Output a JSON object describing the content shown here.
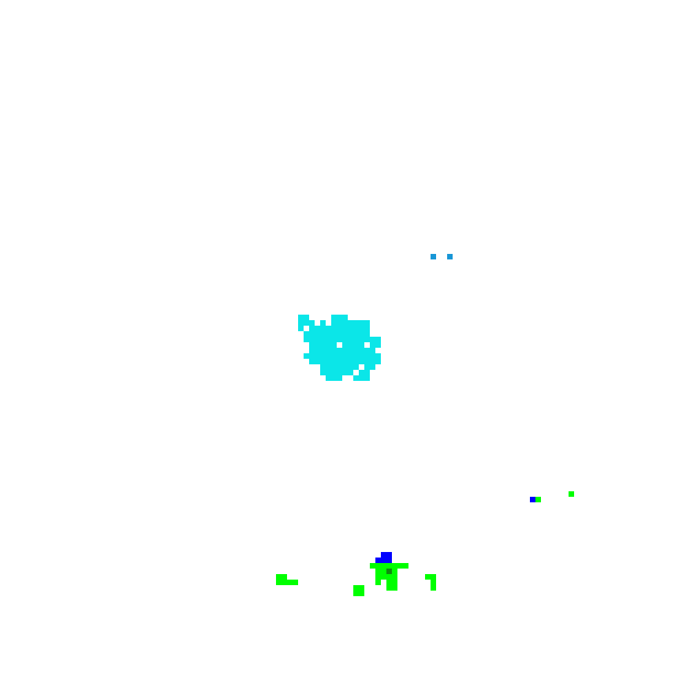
{
  "colors": {
    "background": "#ffffff",
    "cluster": "#0be6e8",
    "marker": "#1796d6",
    "green": "#00ff00",
    "dark_green": "#0f8a0f",
    "blue": "#0000ff"
  },
  "board": {
    "grid_cols": 125,
    "grid_rows": 125
  },
  "groups": [
    {
      "name": "cyan-cluster",
      "color_key": "cluster",
      "cells": [
        [
          54,
          57
        ],
        [
          55,
          57
        ],
        [
          60,
          57
        ],
        [
          61,
          57
        ],
        [
          62,
          57
        ],
        [
          54,
          58
        ],
        [
          55,
          58
        ],
        [
          56,
          58
        ],
        [
          58,
          58
        ],
        [
          60,
          58
        ],
        [
          61,
          58
        ],
        [
          62,
          58
        ],
        [
          63,
          58
        ],
        [
          64,
          58
        ],
        [
          65,
          58
        ],
        [
          66,
          58
        ],
        [
          54,
          59
        ],
        [
          56,
          59
        ],
        [
          57,
          59
        ],
        [
          58,
          59
        ],
        [
          59,
          59
        ],
        [
          60,
          59
        ],
        [
          61,
          59
        ],
        [
          62,
          59
        ],
        [
          63,
          59
        ],
        [
          64,
          59
        ],
        [
          65,
          59
        ],
        [
          66,
          59
        ],
        [
          55,
          60
        ],
        [
          56,
          60
        ],
        [
          57,
          60
        ],
        [
          58,
          60
        ],
        [
          59,
          60
        ],
        [
          60,
          60
        ],
        [
          61,
          60
        ],
        [
          62,
          60
        ],
        [
          63,
          60
        ],
        [
          64,
          60
        ],
        [
          65,
          60
        ],
        [
          66,
          60
        ],
        [
          55,
          61
        ],
        [
          56,
          61
        ],
        [
          57,
          61
        ],
        [
          58,
          61
        ],
        [
          59,
          61
        ],
        [
          60,
          61
        ],
        [
          61,
          61
        ],
        [
          62,
          61
        ],
        [
          63,
          61
        ],
        [
          64,
          61
        ],
        [
          65,
          61
        ],
        [
          66,
          61
        ],
        [
          67,
          61
        ],
        [
          68,
          61
        ],
        [
          56,
          62
        ],
        [
          57,
          62
        ],
        [
          58,
          62
        ],
        [
          59,
          62
        ],
        [
          60,
          62
        ],
        [
          62,
          62
        ],
        [
          63,
          62
        ],
        [
          64,
          62
        ],
        [
          65,
          62
        ],
        [
          67,
          62
        ],
        [
          68,
          62
        ],
        [
          56,
          63
        ],
        [
          57,
          63
        ],
        [
          58,
          63
        ],
        [
          59,
          63
        ],
        [
          60,
          63
        ],
        [
          61,
          63
        ],
        [
          62,
          63
        ],
        [
          63,
          63
        ],
        [
          64,
          63
        ],
        [
          65,
          63
        ],
        [
          66,
          63
        ],
        [
          67,
          63
        ],
        [
          55,
          64
        ],
        [
          56,
          64
        ],
        [
          57,
          64
        ],
        [
          58,
          64
        ],
        [
          59,
          64
        ],
        [
          60,
          64
        ],
        [
          61,
          64
        ],
        [
          62,
          64
        ],
        [
          63,
          64
        ],
        [
          64,
          64
        ],
        [
          65,
          64
        ],
        [
          66,
          64
        ],
        [
          67,
          64
        ],
        [
          68,
          64
        ],
        [
          56,
          65
        ],
        [
          57,
          65
        ],
        [
          58,
          65
        ],
        [
          59,
          65
        ],
        [
          60,
          65
        ],
        [
          61,
          65
        ],
        [
          62,
          65
        ],
        [
          63,
          65
        ],
        [
          64,
          65
        ],
        [
          65,
          65
        ],
        [
          66,
          65
        ],
        [
          67,
          65
        ],
        [
          68,
          65
        ],
        [
          58,
          66
        ],
        [
          59,
          66
        ],
        [
          60,
          66
        ],
        [
          61,
          66
        ],
        [
          62,
          66
        ],
        [
          63,
          66
        ],
        [
          64,
          66
        ],
        [
          66,
          66
        ],
        [
          67,
          66
        ],
        [
          58,
          67
        ],
        [
          59,
          67
        ],
        [
          60,
          67
        ],
        [
          61,
          67
        ],
        [
          62,
          67
        ],
        [
          63,
          67
        ],
        [
          65,
          67
        ],
        [
          66,
          67
        ],
        [
          59,
          68
        ],
        [
          60,
          68
        ],
        [
          65,
          68
        ],
        [
          66,
          68
        ],
        [
          61,
          68
        ],
        [
          64,
          68
        ]
      ]
    },
    {
      "name": "blue-marker",
      "color_key": "marker",
      "cells": [
        [
          78,
          46
        ],
        [
          81,
          46
        ]
      ]
    },
    {
      "name": "green-fragments",
      "color_key": "green",
      "cells": [
        [
          103,
          89
        ],
        [
          97,
          90
        ],
        [
          50,
          104
        ],
        [
          51,
          104
        ],
        [
          50,
          105
        ],
        [
          51,
          105
        ],
        [
          52,
          105
        ],
        [
          53,
          105
        ],
        [
          67,
          102
        ],
        [
          68,
          102
        ],
        [
          69,
          102
        ],
        [
          70,
          102
        ],
        [
          71,
          102
        ],
        [
          72,
          102
        ],
        [
          73,
          102
        ],
        [
          68,
          103
        ],
        [
          69,
          103
        ],
        [
          70,
          103
        ],
        [
          71,
          103
        ],
        [
          68,
          104
        ],
        [
          69,
          104
        ],
        [
          70,
          104
        ],
        [
          71,
          104
        ],
        [
          68,
          105
        ],
        [
          70,
          105
        ],
        [
          71,
          105
        ],
        [
          70,
          106
        ],
        [
          71,
          106
        ],
        [
          64,
          106
        ],
        [
          65,
          106
        ],
        [
          64,
          107
        ],
        [
          65,
          107
        ],
        [
          77,
          104
        ],
        [
          78,
          104
        ],
        [
          78,
          105
        ],
        [
          78,
          106
        ]
      ]
    },
    {
      "name": "dark-green-fragments",
      "color_key": "dark_green",
      "cells": [
        [
          70,
          103
        ],
        [
          96,
          90
        ]
      ]
    },
    {
      "name": "blue-fragments",
      "color_key": "blue",
      "cells": [
        [
          69,
          100
        ],
        [
          70,
          100
        ],
        [
          68,
          101
        ],
        [
          69,
          101
        ],
        [
          70,
          101
        ],
        [
          96,
          90
        ]
      ]
    }
  ]
}
